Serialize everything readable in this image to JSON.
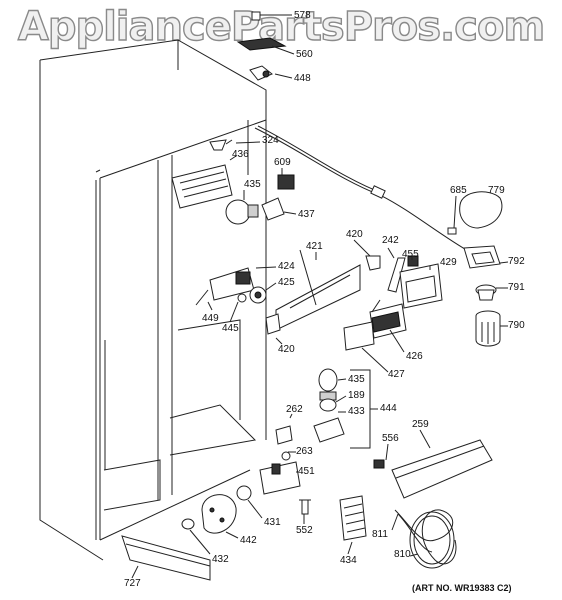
{
  "watermark": "AppliancePartsPros.com",
  "art_number": "(ART NO. WR19383 C2)",
  "callouts": [
    "578",
    "560",
    "448",
    "324",
    "436",
    "609",
    "435",
    "437",
    "685",
    "779",
    "792",
    "791",
    "790",
    "420",
    "242",
    "455",
    "429",
    "421",
    "424",
    "425",
    "449",
    "445",
    "420",
    "426",
    "427",
    "435",
    "189",
    "433",
    "444",
    "262",
    "263",
    "451",
    "556",
    "259",
    "431",
    "442",
    "432",
    "727",
    "552",
    "434",
    "811",
    "810"
  ]
}
